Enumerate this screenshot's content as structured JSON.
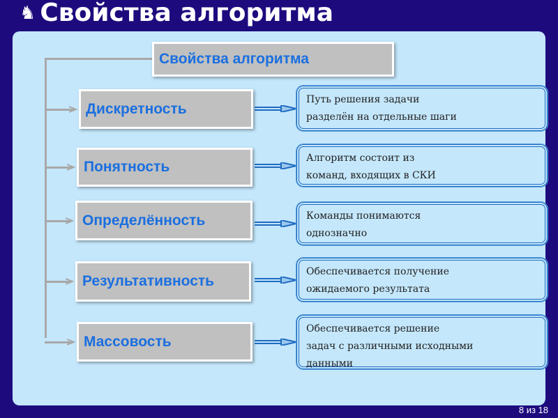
{
  "title": "Свойства алгоритма",
  "header_box": "Свойства алгоритма",
  "rows": [
    {
      "name": "Дискретность",
      "desc": [
        "Путь решения задачи",
        "разделён на отдельные шаги"
      ]
    },
    {
      "name": "Понятность",
      "desc": [
        "Алгоритм состоит из",
        "команд, входящих в СКИ"
      ]
    },
    {
      "name": "Определённость",
      "desc": [
        "Команды понимаются",
        "однозначно"
      ]
    },
    {
      "name": "Результативность",
      "desc": [
        "Обеспечивается получение",
        "ожидаемого результата"
      ]
    },
    {
      "name": "Массовость",
      "desc": [
        "Обеспечивается решение",
        "задач с различными исходными",
        "данными"
      ]
    }
  ],
  "page": "8 из 18"
}
